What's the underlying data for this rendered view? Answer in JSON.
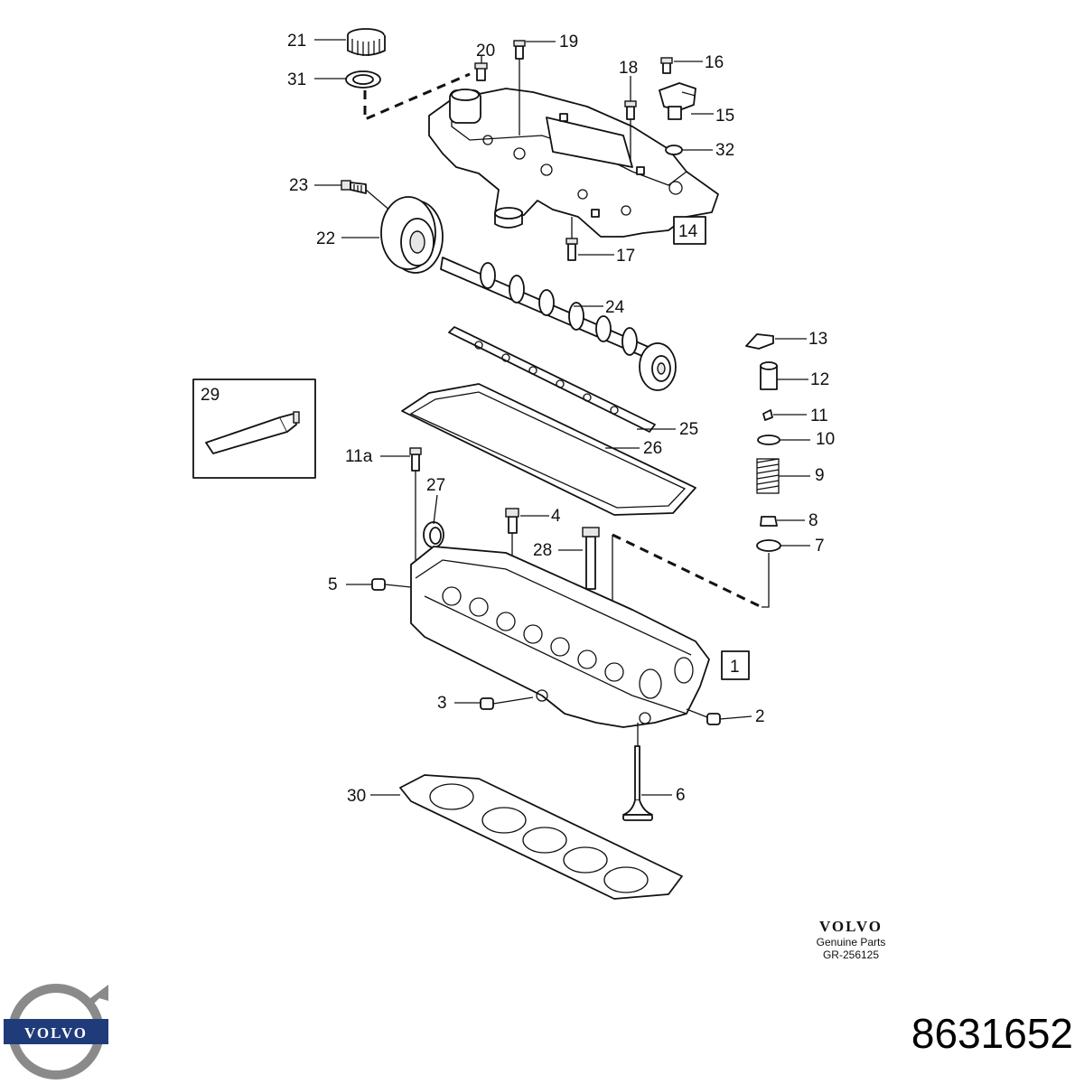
{
  "callouts": {
    "c1": "1",
    "c2": "2",
    "c3": "3",
    "c4": "4",
    "c5": "5",
    "c6": "6",
    "c7": "7",
    "c8": "8",
    "c9": "9",
    "c10": "10",
    "c11": "11",
    "c11a": "11a",
    "c12": "12",
    "c13": "13",
    "c14": "14",
    "c15": "15",
    "c16": "16",
    "c17": "17",
    "c18": "18",
    "c19": "19",
    "c20": "20",
    "c21": "21",
    "c22": "22",
    "c23": "23",
    "c24": "24",
    "c25": "25",
    "c26": "26",
    "c27": "27",
    "c28": "28",
    "c29": "29",
    "c30": "30",
    "c31": "31",
    "c32": "32"
  },
  "brand_block": {
    "wordmark": "VOLVO",
    "subtitle": "Genuine Parts",
    "reference": "GR-256125"
  },
  "logo": {
    "wordmark": "VOLVO",
    "color": "#1f3b7a"
  },
  "part_number": "8631652"
}
